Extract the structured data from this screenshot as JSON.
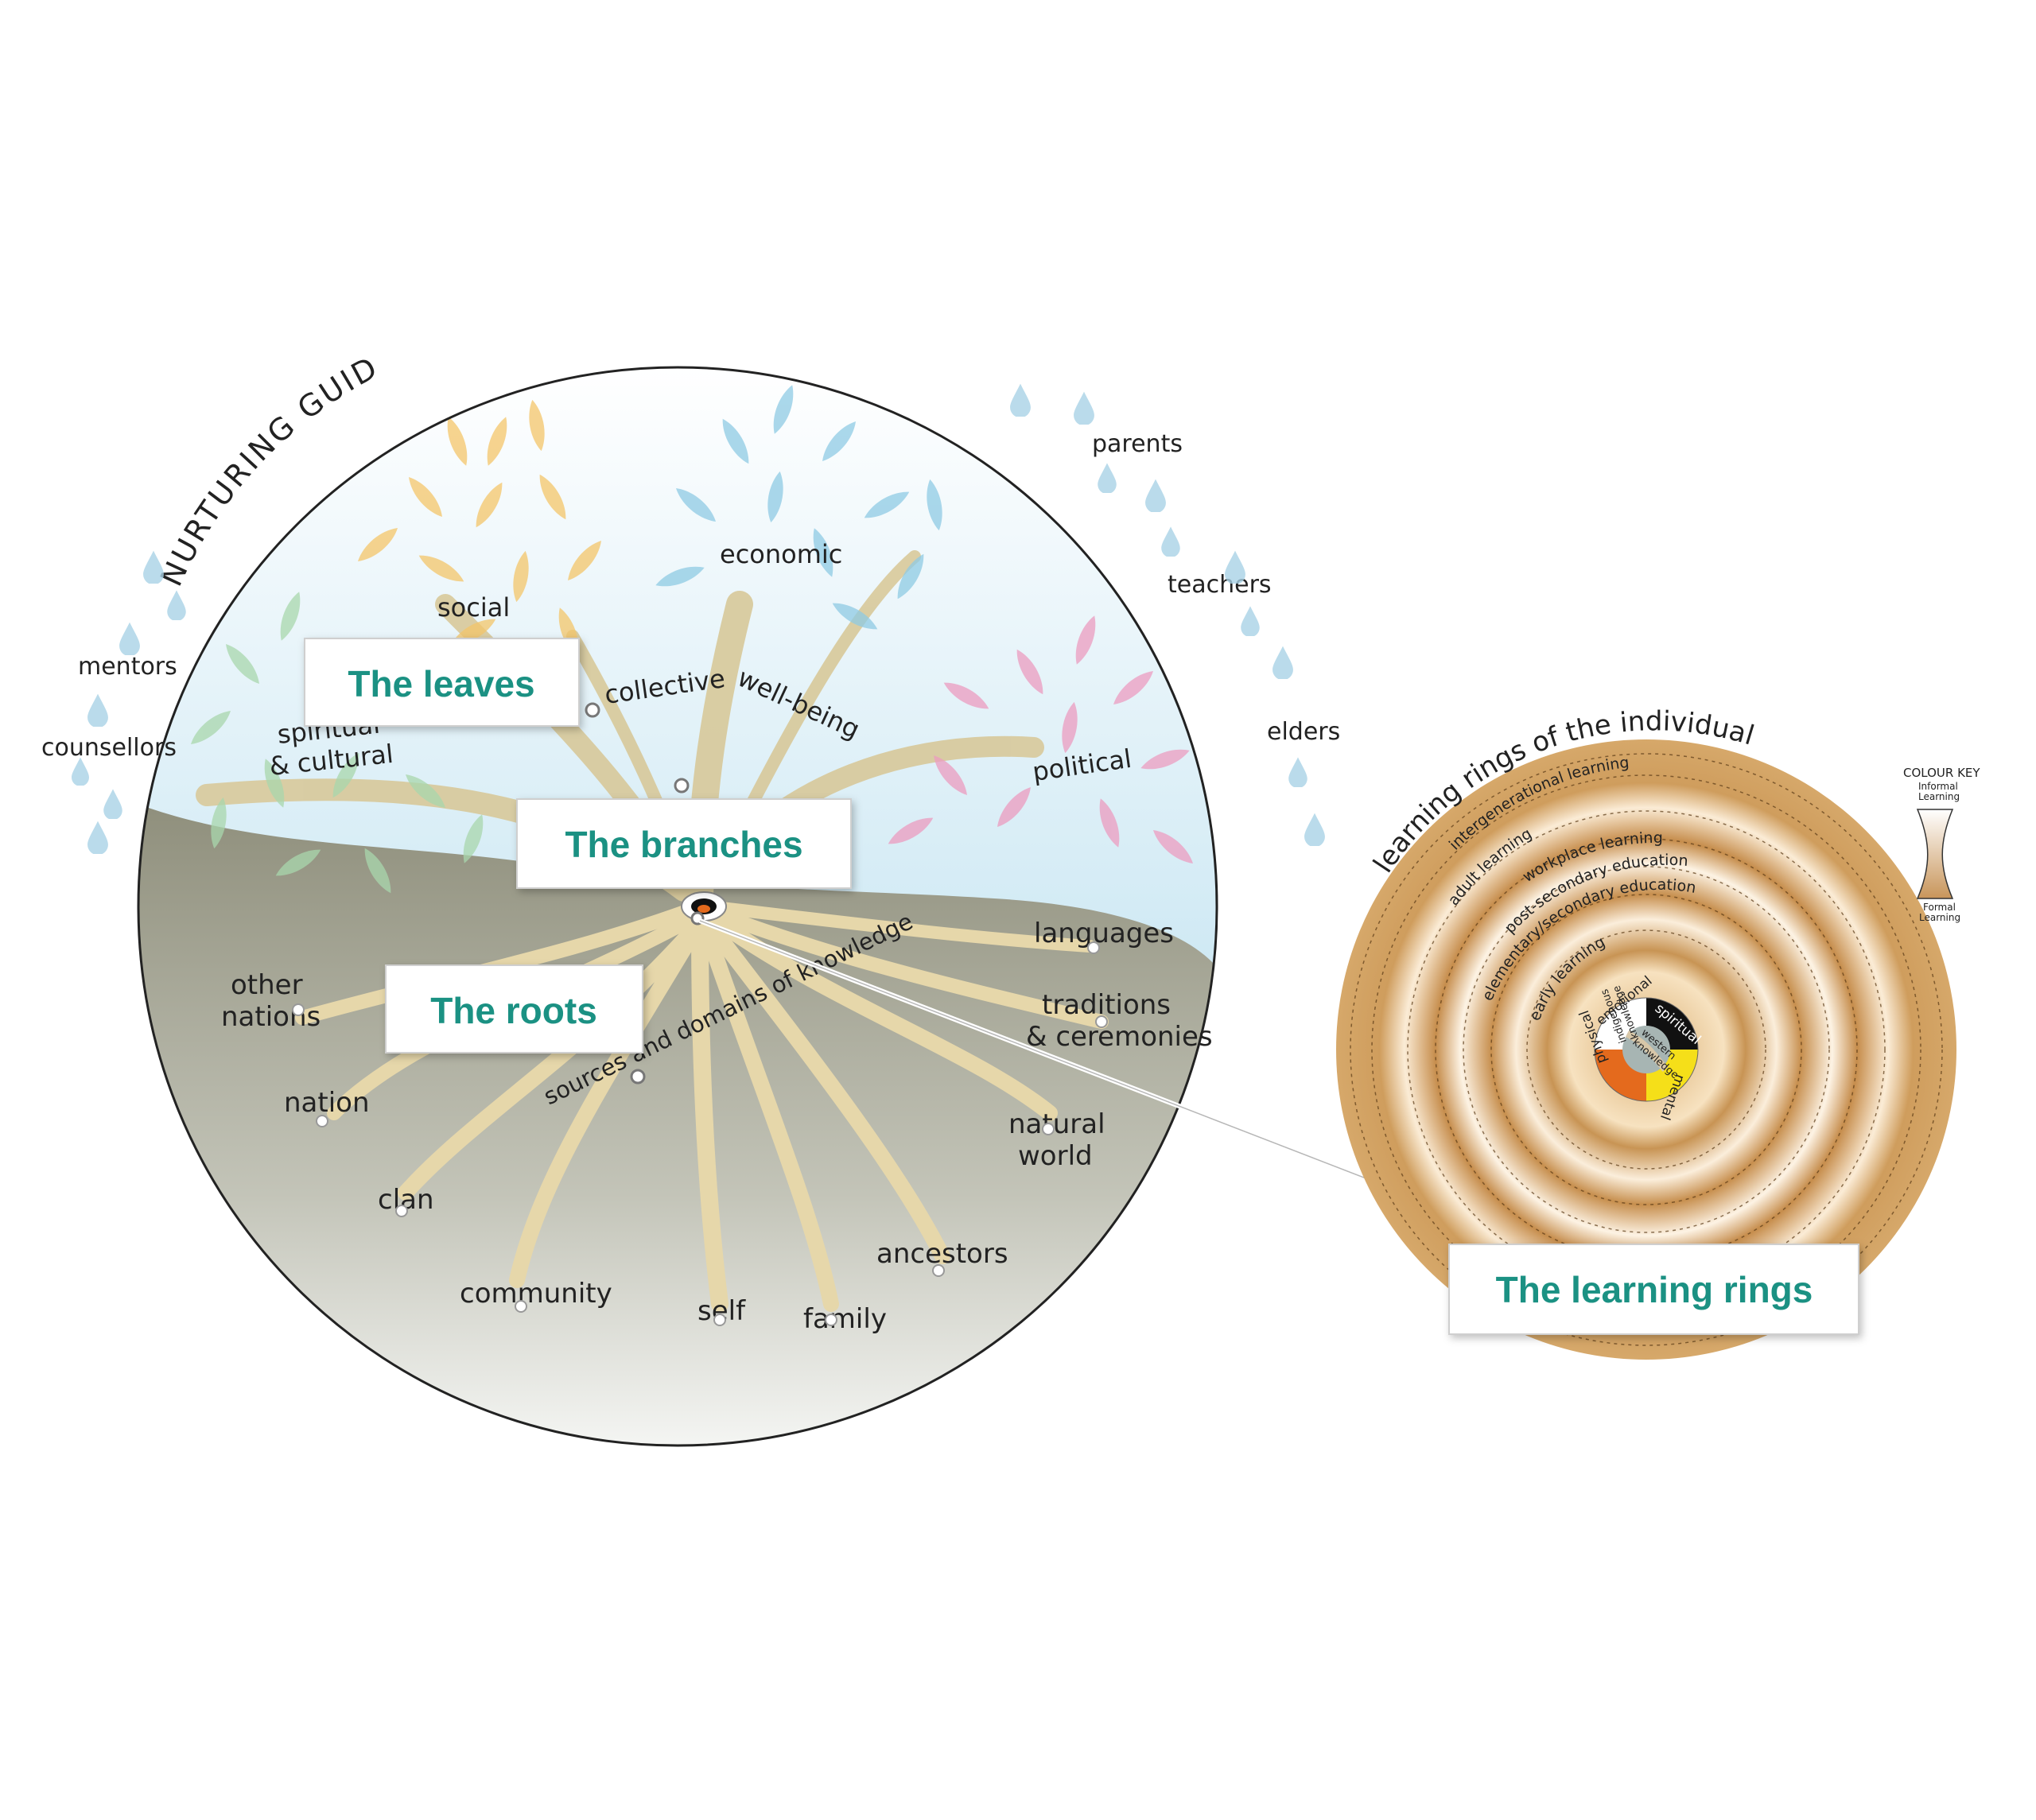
{
  "diagram": {
    "colors": {
      "callout_text": "#1b9183",
      "sky": "#c6e6f2",
      "soil": "#9a9a88",
      "root": "#e0cf9e",
      "leaf_orange": "#f4c66a",
      "leaf_blue": "#8fcbe4",
      "leaf_pink": "#ec9cc0",
      "leaf_green": "#a9d7ad",
      "ring_tan": "#d4a463",
      "quad_spiritual": "#111111",
      "quad_mental": "#f5df19",
      "quad_physical": "#e46a1d",
      "quad_emotional": "#ffffff",
      "center": "#9fb3b6"
    },
    "callouts": {
      "leaves": "The leaves",
      "branches": "The branches",
      "roots": "The roots",
      "rings": "The learning rings"
    },
    "guides": {
      "title": "NURTURING GUIDES",
      "mentors": "mentors",
      "counsellors": "counsellors",
      "parents": "parents",
      "teachers": "teachers",
      "elders": "elders"
    },
    "leaves_labels": {
      "social": "social",
      "economic": "economic",
      "spiritual": "spiritual",
      "cultural": "& cultural",
      "political": "political",
      "collective": "collective",
      "wellbeing": "well-being"
    },
    "roots_labels": {
      "other": "other",
      "nations": "nations",
      "nation": "nation",
      "clan": "clan",
      "community": "community",
      "self": "self",
      "family": "family",
      "ancestors": "ancestors",
      "natural": "natural",
      "world": "world",
      "traditions": "traditions",
      "ceremonies": "& ceremonies",
      "languages": "languages",
      "sources": "sources and domains of knowledge"
    },
    "rings": {
      "title": "learning rings of the individual",
      "intergenerational": "intergenerational learning",
      "adult": "adult learning",
      "workplace": "workplace learning",
      "post_secondary": "post-secondary education",
      "elementary": "elementary/secondary education",
      "early": "early learning",
      "emotional": "emotional",
      "spiritual": "spiritual",
      "mental": "mental",
      "physical": "physical",
      "indigenous": "indigenous",
      "knowledge_left": "knowledge",
      "western": "western",
      "knowledge_right": "knowledge"
    },
    "key": {
      "title": "COLOUR KEY",
      "informal_1": "Informal",
      "informal_2": "Learning",
      "formal_1": "Formal",
      "formal_2": "Learning"
    }
  }
}
